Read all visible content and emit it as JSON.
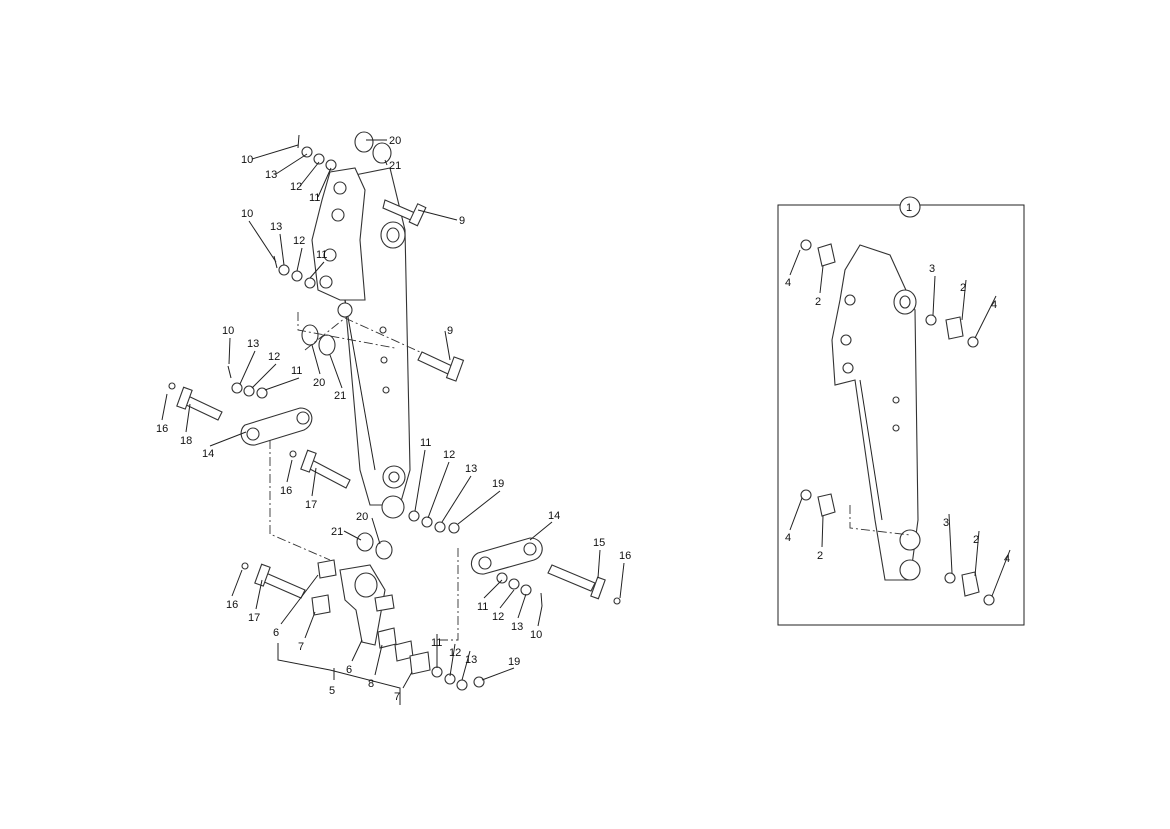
{
  "diagram": {
    "detail_number": "1",
    "callouts_main": [
      "20",
      "21",
      "10",
      "13",
      "12",
      "11",
      "9",
      "10",
      "13",
      "12",
      "11",
      "9",
      "20",
      "21",
      "10",
      "13",
      "12",
      "11",
      "16",
      "18",
      "14",
      "16",
      "17",
      "11",
      "12",
      "13",
      "19",
      "21",
      "20",
      "14",
      "15",
      "16",
      "16",
      "17",
      "6",
      "7",
      "6",
      "8",
      "5",
      "7",
      "11",
      "12",
      "13",
      "10",
      "11",
      "12",
      "13",
      "19"
    ],
    "callouts_detail": [
      "4",
      "2",
      "3",
      "2",
      "4",
      "4",
      "2",
      "3",
      "2",
      "4"
    ]
  }
}
